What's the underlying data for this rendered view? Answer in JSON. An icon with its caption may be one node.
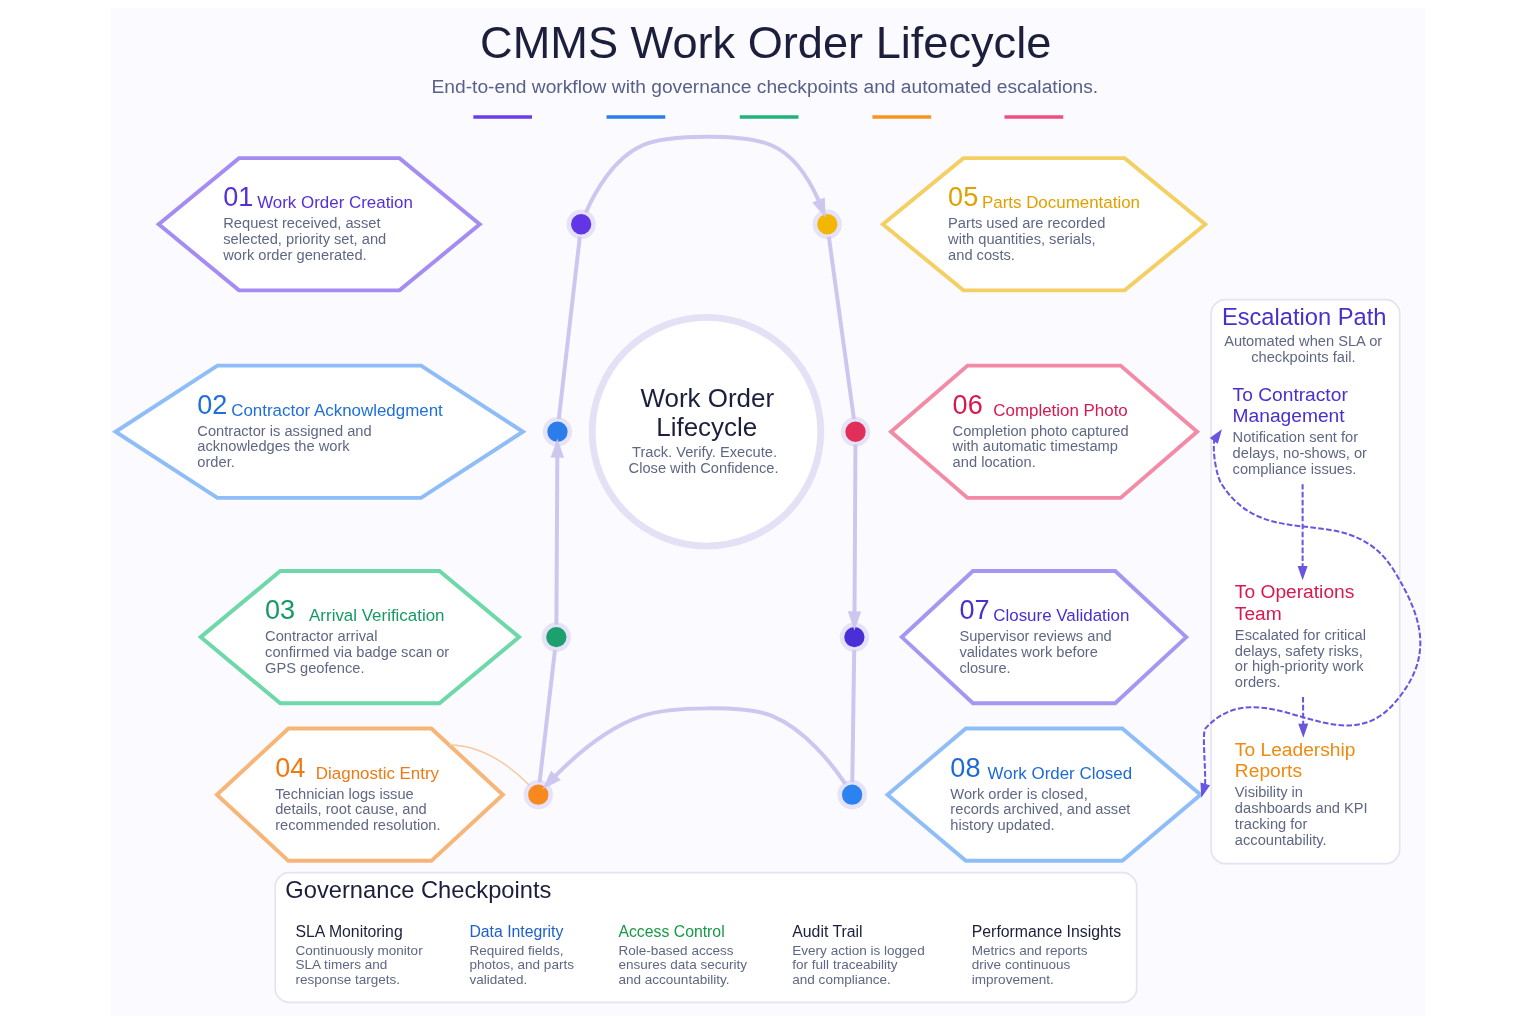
{
  "diagram": {
    "title": "CMMS Work Order Lifecycle",
    "caption": "End-to-end workflow with governance checkpoints and automated escalations.",
    "nodes": [
      {
        "text": [
          "01",
          "Work Order Creation",
          "Request received, asset selected, priority set, and work order generated."
        ]
      },
      {
        "text": [
          "02",
          "Contractor Acknowledgment",
          "Contractor is assigned and acknowledges the work order."
        ]
      },
      {
        "text": [
          "03",
          "Arrival Verification",
          "Contractor arrival confirmed via badge scan or GPS geofence."
        ]
      },
      {
        "text": [
          "04",
          "Diagnostic Entry",
          "Technician logs issue details, root cause, and recommended resolution."
        ]
      },
      {
        "text": [
          "05",
          "Parts Documentation",
          "Parts used are recorded with quantities, serials, and costs."
        ]
      },
      {
        "text": [
          "06",
          "Completion Photo",
          "Completion photo captured with automatic timestamp and location."
        ]
      },
      {
        "text": [
          "07",
          "Closure Validation",
          "Supervisor reviews and validates work before closure."
        ]
      },
      {
        "text": [
          "08",
          "Work Order Closed",
          "Work order is closed, records archived, and asset history updated."
        ]
      },
      {
        "text": [
          "Work Order Lifecycle",
          "Track. Verify. Execute. Close with Confidence."
        ]
      },
      {
        "text": [],
        "shape": "circle"
      },
      {
        "text": [],
        "shape": "circle"
      },
      {
        "text": [],
        "shape": "circle"
      },
      {
        "text": [],
        "shape": "circle"
      },
      {
        "text": [],
        "shape": "circle"
      },
      {
        "text": [],
        "shape": "circle"
      },
      {
        "text": [],
        "shape": "circle"
      },
      {
        "text": [],
        "shape": "circle"
      },
      {
        "text": [
          "Escalation Path",
          "Automated when SLA or checkpoints fail."
        ]
      },
      {
        "text": [
          "To Contractor Management",
          "Notification sent for delays, no-shows, or compliance issues."
        ],
        "in": 17
      },
      {
        "text": [
          "To Operations Team",
          "Escalated for critical delays, safety risks, or high-priority work orders."
        ],
        "in": 17
      },
      {
        "text": [
          "To Leadership Reports",
          "Visibility in dashboards and KPI tracking for accountability."
        ],
        "in": 17
      },
      {
        "text": [
          "Governance Checkpoints"
        ]
      },
      {
        "text": [
          "SLA Monitoring",
          "Continuously monitor SLA timers and response targets."
        ],
        "in": 21
      },
      {
        "text": [
          "Data Integrity",
          "Required fields, photos, and parts validated."
        ],
        "in": 21
      },
      {
        "text": [
          "Access Control",
          "Role-based access ensures data security and accountability."
        ],
        "in": 21
      },
      {
        "text": [
          "Audit Trail",
          "Every action is logged for full traceability and compliance."
        ],
        "in": 21
      },
      {
        "text": [
          "Performance Insights",
          "Metrics and reports drive continuous improvement."
        ],
        "in": 21
      }
    ],
    "edges": [
      {
        "from": 9,
        "to": 10,
        "arrow": "to"
      },
      {
        "from": 10,
        "to": 12,
        "arrow": "none"
      },
      {
        "from": 12,
        "to": 14,
        "arrow": "to"
      },
      {
        "from": 14,
        "to": 16,
        "arrow": "none"
      },
      {
        "from": 16,
        "to": 15,
        "arrow": "to"
      },
      {
        "from": 15,
        "to": 13,
        "arrow": "none"
      },
      {
        "from": 13,
        "to": 11,
        "arrow": "to"
      },
      {
        "from": 11,
        "to": 9,
        "arrow": "none"
      },
      {
        "from": 3,
        "to": 15,
        "arrow": "none",
        "color": "#f8c79c"
      },
      {
        "from": 7,
        "to": 18,
        "arrow": "both",
        "style": "dashed",
        "color": "#6a55e0"
      },
      {
        "from": 18,
        "to": 19,
        "arrow": "to",
        "style": "dashed",
        "color": "#6a55e0"
      },
      {
        "from": 19,
        "to": 20,
        "arrow": "to",
        "style": "dashed",
        "color": "#6a55e0"
      }
    ]
  }
}
